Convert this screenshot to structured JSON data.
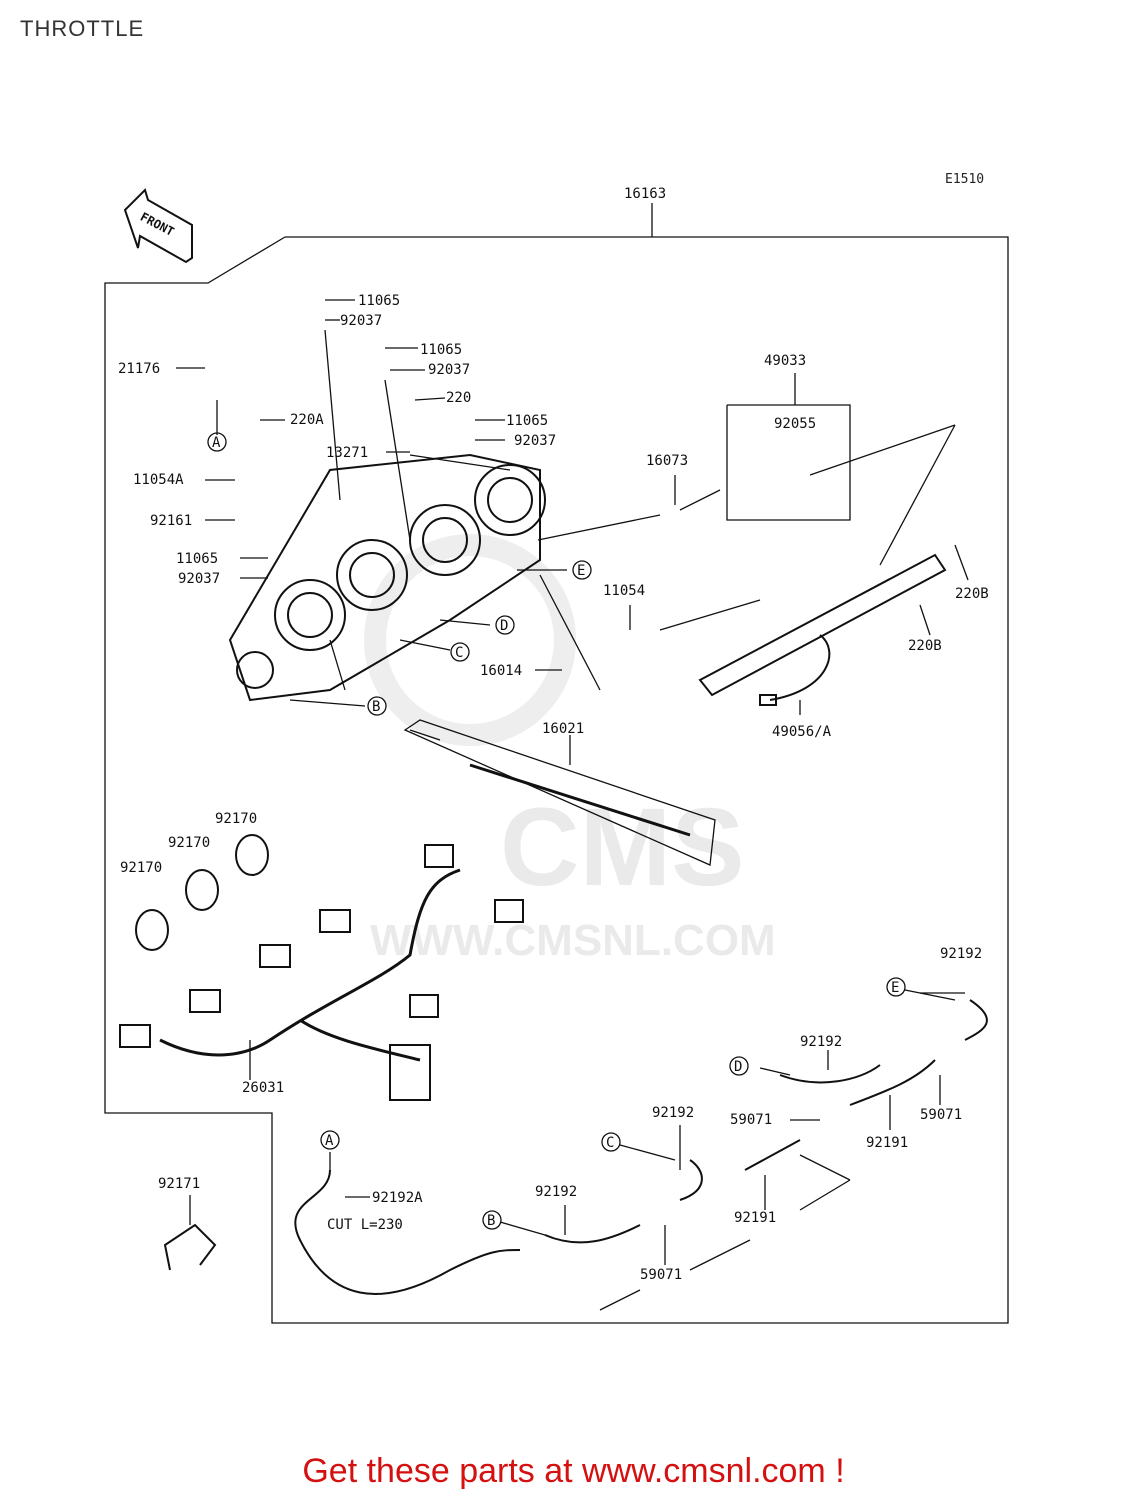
{
  "header": {
    "title": "THROTTLE"
  },
  "figure_code": "E1510",
  "front_label": "FRONT",
  "watermark": {
    "line1": "CMS",
    "line2": "WWW.CMSNL.COM"
  },
  "footer": {
    "text": "Get these parts at www.cmsnl.com !"
  },
  "parts": {
    "p16163": "16163",
    "p11065a": "11065",
    "p92037a": "92037",
    "p11065b": "11065",
    "p92037b": "92037",
    "p220": "220",
    "p11065c": "11065",
    "p92037c": "92037",
    "p49033": "49033",
    "p92055": "92055",
    "p21176": "21176",
    "p220A": "220A",
    "p13271": "13271",
    "p16073": "16073",
    "p11054A": "11054A",
    "p92161": "92161",
    "p11065d": "11065",
    "p92037d": "92037",
    "p220B_1": "220B",
    "p11054": "11054",
    "p220B_2": "220B",
    "p16014": "16014",
    "p49056A": "49056/A",
    "p16021": "16021",
    "p92170a": "92170",
    "p92170b": "92170",
    "p92170c": "92170",
    "p92192_e": "92192",
    "p92192_d": "92192",
    "p59071a": "59071",
    "p59071b": "59071",
    "p92191a": "92191",
    "p92192_c": "92192",
    "p26031": "26031",
    "p92171": "92171",
    "p92192A": "92192A",
    "cut_note": "CUT L=230",
    "p92192_b": "92192",
    "p92191b": "92191",
    "p59071c": "59071"
  },
  "callouts": {
    "A": "A",
    "B": "B",
    "C": "C",
    "D": "D",
    "E": "E"
  }
}
